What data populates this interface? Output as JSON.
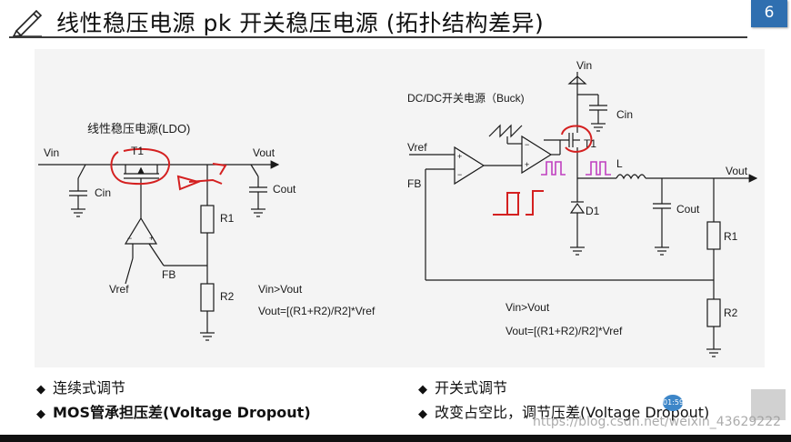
{
  "slide": {
    "title": "线性稳压电源 pk 开关稳压电源 (拓扑结构差异)",
    "page_number": "6"
  },
  "ldo": {
    "heading": "线性稳压电源(LDO)",
    "vin": "Vin",
    "vout": "Vout",
    "t1": "T1",
    "cin": "Cin",
    "cout": "Cout",
    "r1": "R1",
    "r2": "R2",
    "fb": "FB",
    "vref": "Vref",
    "eq1": "Vin>Vout",
    "eq2": "Vout=[(R1+R2)/R2]*Vref"
  },
  "buck": {
    "heading": "DC/DC开关电源（Buck)",
    "vin": "Vin",
    "cin": "Cin",
    "t1": "T1",
    "l": "L",
    "vout": "Vout",
    "vref": "Vref",
    "fb": "FB",
    "d1": "D1",
    "cout": "Cout",
    "r1": "R1",
    "r2": "R2",
    "eq1": "Vin>Vout",
    "eq2": "Vout=[(R1+R2)/R2]*Vref"
  },
  "bullets_left": [
    "连续式调节",
    "MOS管承担压差(Voltage Dropout)"
  ],
  "bullets_right": [
    "开关式调节",
    "改变占空比，调节压差(Voltage Dropout)"
  ],
  "watermark": "https://blog.csdn.net/weixin_43629222",
  "overlay": {
    "rec_time": "01:59"
  },
  "colors": {
    "annotation": "#d42020",
    "pulse": "#c040c0",
    "badge": "#2f6fb0"
  }
}
